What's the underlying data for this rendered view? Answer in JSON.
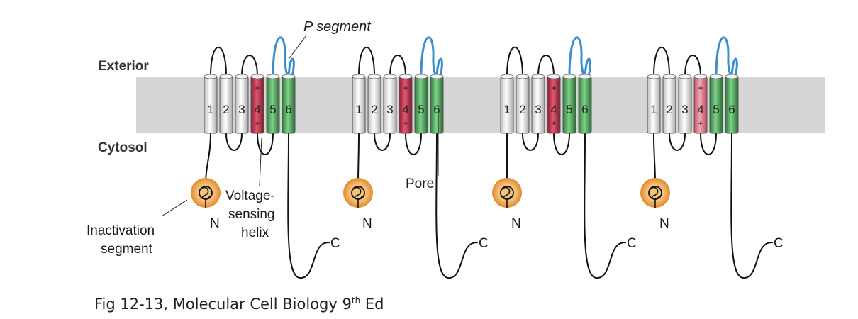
{
  "labels": {
    "exterior": "Exterior",
    "cytosol": "Cytosol",
    "p_segment": "P segment",
    "voltage_sensing_1": "Voltage-",
    "voltage_sensing_2": "sensing",
    "voltage_sensing_3": "helix",
    "inactivation_1": "Inactivation",
    "inactivation_2": "segment",
    "pore": "Pore",
    "n_terminus": "N",
    "c_terminus": "C"
  },
  "domains": [
    {
      "helix_numbers": [
        "1",
        "2",
        "3",
        "4",
        "5",
        "6"
      ]
    },
    {
      "helix_numbers": [
        "1",
        "2",
        "3",
        "4",
        "5",
        "6"
      ]
    },
    {
      "helix_numbers": [
        "1",
        "2",
        "3",
        "4",
        "5",
        "6"
      ]
    },
    {
      "helix_numbers": [
        "1",
        "2",
        "3",
        "4",
        "5",
        "6"
      ]
    }
  ],
  "charge_symbol": "+",
  "caption": {
    "prefix": "Fig 12-13, Molecular Cell Biology 9",
    "superscript": "th",
    "suffix": " Ed"
  },
  "colors": {
    "membrane": "#d9d9d9",
    "helix_white": "#eeeeee",
    "helix_red": "#c8324a",
    "helix_red_light": "#e07a8c",
    "helix_green": "#4fa85a",
    "p_loop": "#3a8fd0",
    "ball": "#e9a04a",
    "chain": "#111111"
  }
}
